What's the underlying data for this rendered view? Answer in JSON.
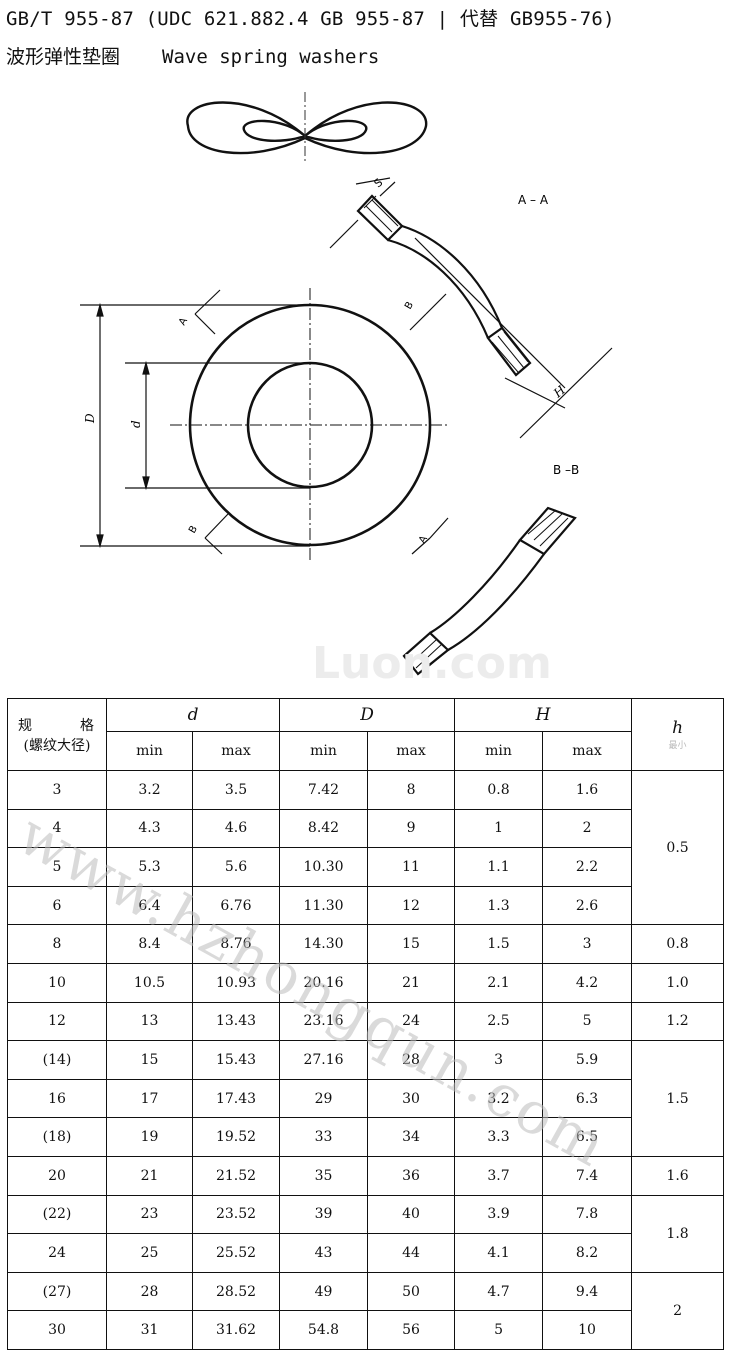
{
  "header": {
    "standard_line": "GB/T 955-87 (UDC 621.882.4   GB 955-87 | 代替 GB955-76)",
    "title_cn": "波形弹性垫圈",
    "title_en": "Wave spring washers"
  },
  "drawing": {
    "section_aa": "A – A",
    "section_bb": "B –B",
    "label_s": "S",
    "label_h": "H",
    "label_D": "D",
    "label_d": "d",
    "label_a": "A",
    "label_b": "B"
  },
  "watermarks": {
    "site_diagonal": "www.hzhongqun.com",
    "site_faint": "Luon.com"
  },
  "table": {
    "spec_label_1a": "规",
    "spec_label_1b": "格",
    "spec_label_2": "(螺纹大径)",
    "groups": [
      "d",
      "D",
      "H",
      "h"
    ],
    "h_sub": "最小",
    "subheaders": [
      "min",
      "max",
      "min",
      "max",
      "min",
      "max"
    ],
    "rows": [
      {
        "spec": "3",
        "d_min": "3.2",
        "d_max": "3.5",
        "D_min": "7.42",
        "D_max": "8",
        "H_min": "0.8",
        "H_max": "1.6"
      },
      {
        "spec": "4",
        "d_min": "4.3",
        "d_max": "4.6",
        "D_min": "8.42",
        "D_max": "9",
        "H_min": "1",
        "H_max": "2"
      },
      {
        "spec": "5",
        "d_min": "5.3",
        "d_max": "5.6",
        "D_min": "10.30",
        "D_max": "11",
        "H_min": "1.1",
        "H_max": "2.2"
      },
      {
        "spec": "6",
        "d_min": "6.4",
        "d_max": "6.76",
        "D_min": "11.30",
        "D_max": "12",
        "H_min": "1.3",
        "H_max": "2.6"
      },
      {
        "spec": "8",
        "d_min": "8.4",
        "d_max": "8.76",
        "D_min": "14.30",
        "D_max": "15",
        "H_min": "1.5",
        "H_max": "3"
      },
      {
        "spec": "10",
        "d_min": "10.5",
        "d_max": "10.93",
        "D_min": "20.16",
        "D_max": "21",
        "H_min": "2.1",
        "H_max": "4.2"
      },
      {
        "spec": "12",
        "d_min": "13",
        "d_max": "13.43",
        "D_min": "23.16",
        "D_max": "24",
        "H_min": "2.5",
        "H_max": "5"
      },
      {
        "spec": "(14)",
        "d_min": "15",
        "d_max": "15.43",
        "D_min": "27.16",
        "D_max": "28",
        "H_min": "3",
        "H_max": "5.9"
      },
      {
        "spec": "16",
        "d_min": "17",
        "d_max": "17.43",
        "D_min": "29",
        "D_max": "30",
        "H_min": "3.2",
        "H_max": "6.3"
      },
      {
        "spec": "(18)",
        "d_min": "19",
        "d_max": "19.52",
        "D_min": "33",
        "D_max": "34",
        "H_min": "3.3",
        "H_max": "6.5"
      },
      {
        "spec": "20",
        "d_min": "21",
        "d_max": "21.52",
        "D_min": "35",
        "D_max": "36",
        "H_min": "3.7",
        "H_max": "7.4"
      },
      {
        "spec": "(22)",
        "d_min": "23",
        "d_max": "23.52",
        "D_min": "39",
        "D_max": "40",
        "H_min": "3.9",
        "H_max": "7.8"
      },
      {
        "spec": "24",
        "d_min": "25",
        "d_max": "25.52",
        "D_min": "43",
        "D_max": "44",
        "H_min": "4.1",
        "H_max": "8.2"
      },
      {
        "spec": "(27)",
        "d_min": "28",
        "d_max": "28.52",
        "D_min": "49",
        "D_max": "50",
        "H_min": "4.7",
        "H_max": "9.4"
      },
      {
        "spec": "30",
        "d_min": "31",
        "d_max": "31.62",
        "D_min": "54.8",
        "D_max": "56",
        "H_min": "5",
        "H_max": "10"
      }
    ],
    "h_values": [
      "0.5",
      "0.8",
      "1.0",
      "1.2",
      "1.5",
      "1.6",
      "1.8",
      "2"
    ]
  }
}
